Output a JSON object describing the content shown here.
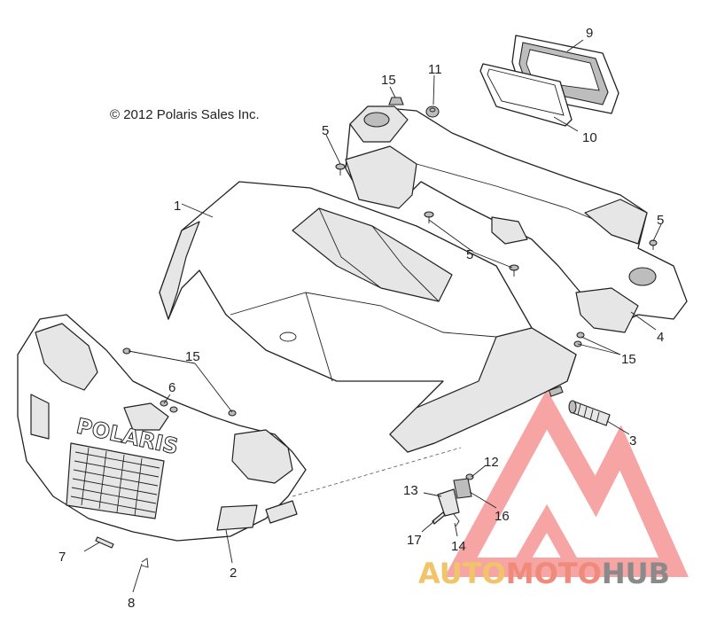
{
  "copyright": "© 2012 Polaris Sales Inc.",
  "brand_on_part": "POLARIS",
  "watermark": {
    "part1": "AUTO",
    "part2": "MOTO",
    "part3": "HUB",
    "colors": {
      "auto": "#f2c46a",
      "moto": "#f08a7a",
      "hub": "#8a8a8a",
      "triangle": "#f05a5a"
    }
  },
  "callouts": {
    "c1": "1",
    "c2": "2",
    "c3": "3",
    "c4": "4",
    "c5a": "5",
    "c5b": "5",
    "c5c": "5",
    "c6": "6",
    "c7": "7",
    "c8": "8",
    "c9": "9",
    "c10": "10",
    "c11": "11",
    "c12": "12",
    "c13": "13",
    "c14": "14",
    "c15a": "15",
    "c15b": "15",
    "c15c": "15",
    "c16": "16",
    "c17": "17"
  }
}
